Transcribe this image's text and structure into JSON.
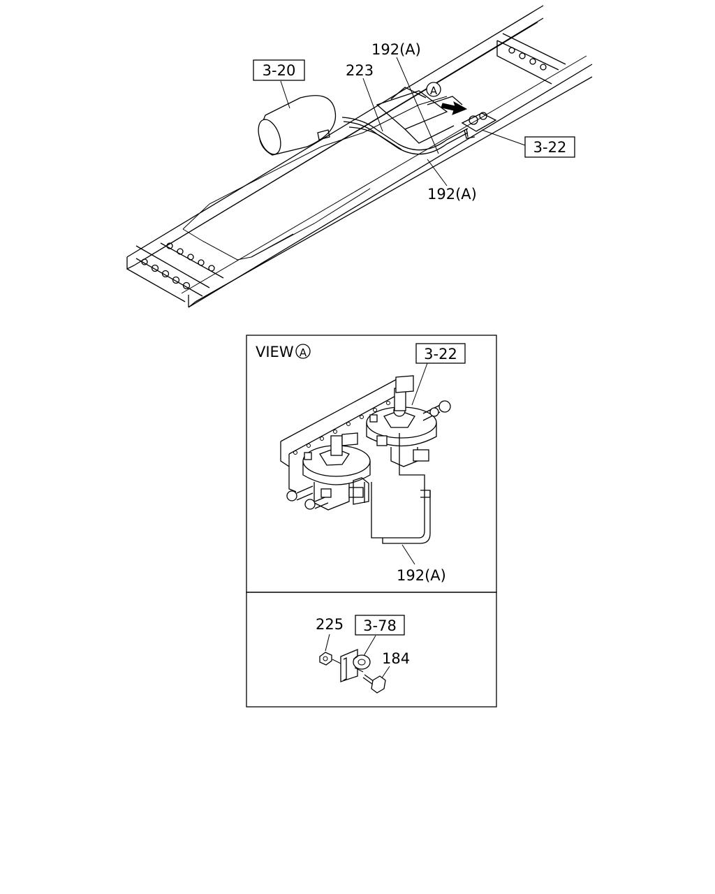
{
  "overview": {
    "ref_3_20": "3-20",
    "ref_3_22": "3-22",
    "part_223": "223",
    "part_192a_top": "192(A)",
    "part_192a_bottom": "192(A)",
    "view_marker": "A"
  },
  "view_a": {
    "caption": "VIEW",
    "marker": "A",
    "ref_3_22": "3-22",
    "part_192a": "192(A)"
  },
  "bracket_detail": {
    "part_225": "225",
    "ref_3_78": "3-78",
    "part_184": "184"
  },
  "colors": {
    "line": "#000000",
    "background": "#ffffff"
  }
}
